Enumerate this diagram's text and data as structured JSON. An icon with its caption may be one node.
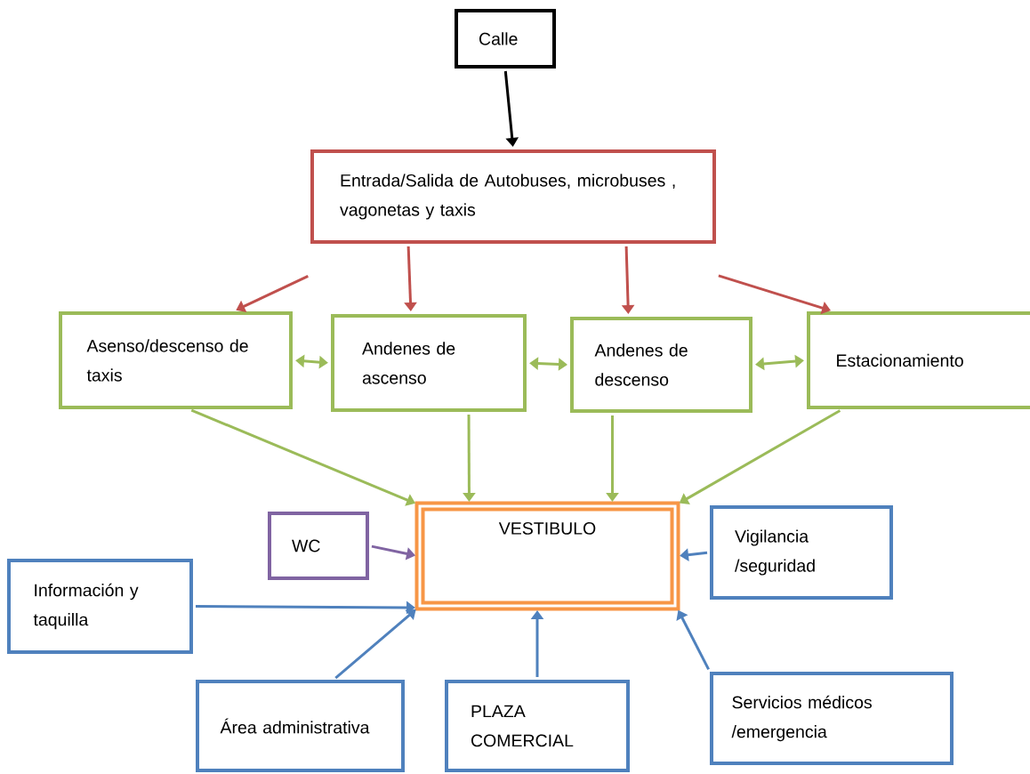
{
  "diagram": {
    "nodes": [
      {
        "text": [
          "Calle"
        ]
      },
      {
        "text": [
          "Entrada/Salida de Autobuses, microbuses , vagonetas y taxis"
        ]
      },
      {
        "text": [
          "Asenso/descenso de taxis"
        ]
      },
      {
        "text": [
          "Andenes de ascenso"
        ]
      },
      {
        "text": [
          "Andenes de descenso"
        ]
      },
      {
        "text": [
          "Estacionamiento"
        ]
      },
      {
        "text": [
          "VESTIBULO"
        ]
      },
      {
        "text": [
          "WC"
        ]
      },
      {
        "text": [
          "Vigilancia /seguridad"
        ]
      },
      {
        "text": [
          "Información y taquilla"
        ]
      },
      {
        "text": [
          "Área administrativa"
        ]
      },
      {
        "text": [
          "PLAZA COMERCIAL"
        ]
      },
      {
        "text": [
          "Servicios médicos /emergencia"
        ]
      }
    ],
    "edges": [
      {
        "from": 0,
        "to": 1,
        "arrow": "to",
        "color": "#000000"
      },
      {
        "from": 1,
        "to": 2,
        "arrow": "to",
        "color": "#c0504d"
      },
      {
        "from": 1,
        "to": 3,
        "arrow": "to",
        "color": "#c0504d"
      },
      {
        "from": 1,
        "to": 4,
        "arrow": "to",
        "color": "#c0504d"
      },
      {
        "from": 1,
        "to": 5,
        "arrow": "to",
        "color": "#c0504d"
      },
      {
        "from": 2,
        "to": 3,
        "arrow": "both"
      },
      {
        "from": 3,
        "to": 4,
        "arrow": "both"
      },
      {
        "from": 4,
        "to": 5,
        "arrow": "both"
      },
      {
        "from": 2,
        "to": 6,
        "arrow": "to"
      },
      {
        "from": 3,
        "to": 6,
        "arrow": "to"
      },
      {
        "from": 4,
        "to": 6,
        "arrow": "to"
      },
      {
        "from": 5,
        "to": 6,
        "arrow": "to"
      },
      {
        "from": 7,
        "to": 6,
        "arrow": "to",
        "color": "#8064a2"
      },
      {
        "from": 8,
        "to": 6,
        "arrow": "to",
        "color": "#4f81bd"
      },
      {
        "from": 9,
        "to": 6,
        "arrow": "to",
        "color": "#4f81bd"
      },
      {
        "from": 10,
        "to": 6,
        "arrow": "to",
        "color": "#4f81bd"
      },
      {
        "from": 11,
        "to": 6,
        "arrow": "to",
        "color": "#4f81bd"
      },
      {
        "from": 12,
        "to": 6,
        "arrow": "to",
        "color": "#4f81bd"
      }
    ]
  }
}
